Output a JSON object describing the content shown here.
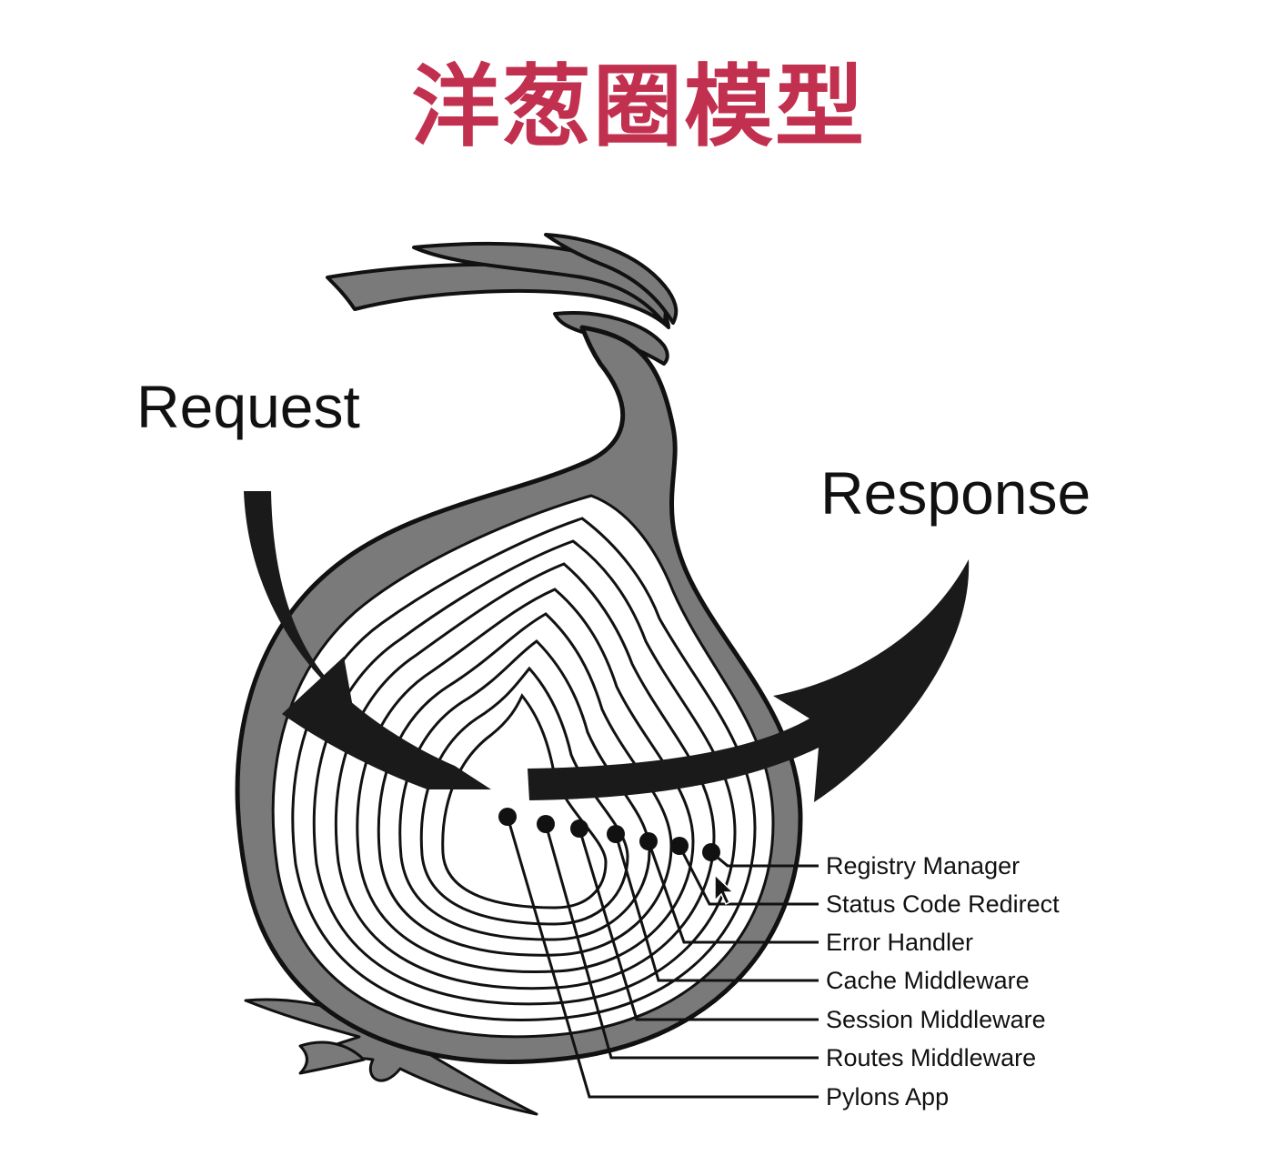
{
  "title": "洋葱圈模型",
  "labels": {
    "request": "Request",
    "response": "Response"
  },
  "layers": [
    "Registry Manager",
    "Status Code Redirect",
    "Error Handler",
    "Cache Middleware",
    "Session Middleware",
    "Routes Middleware",
    "Pylons App"
  ],
  "colors": {
    "title": "#c2304f",
    "onion_skin": "#7a7a7a",
    "ink": "#111111",
    "background": "#ffffff"
  }
}
